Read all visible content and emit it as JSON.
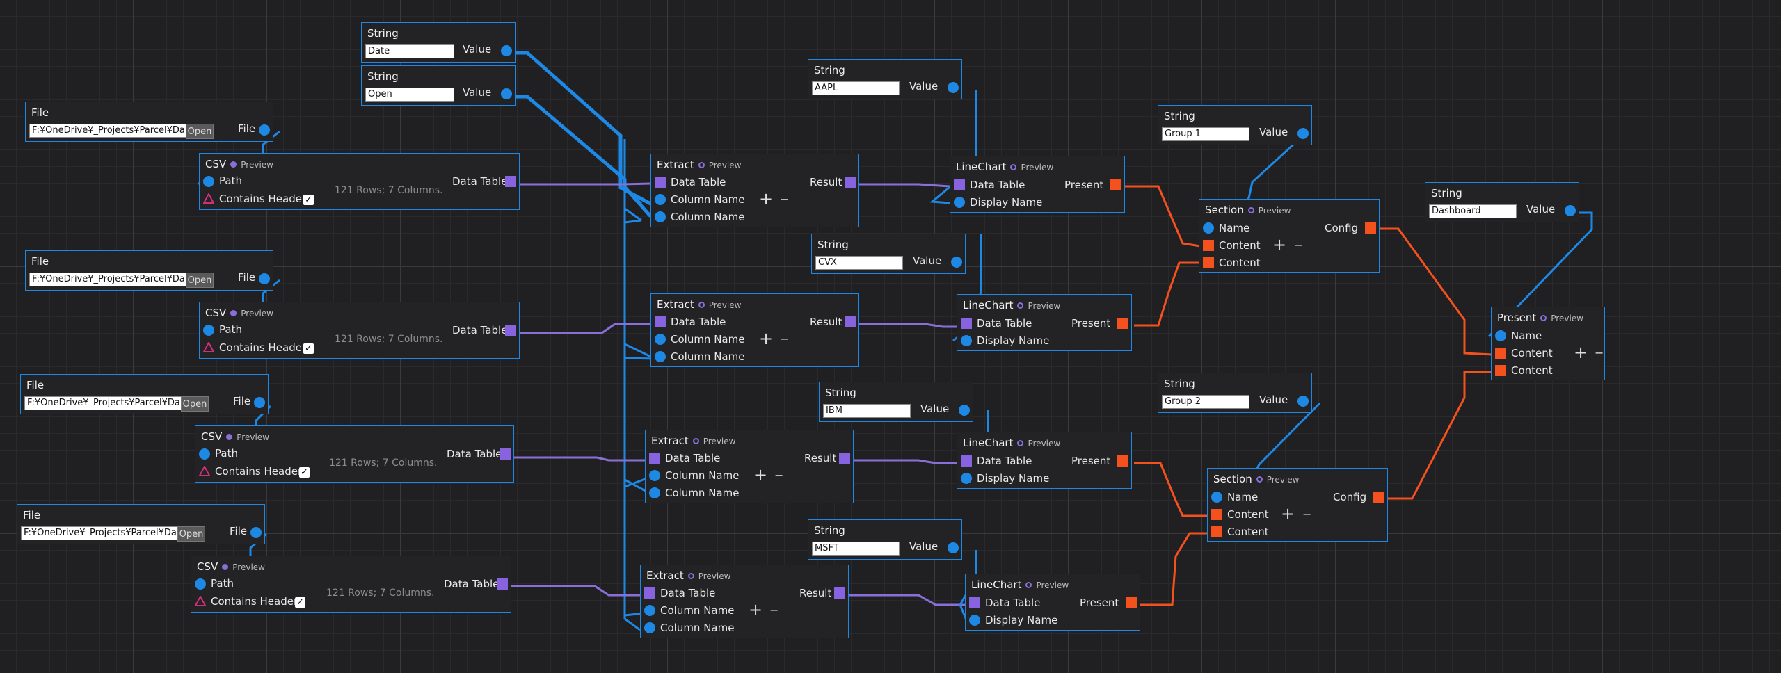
{
  "app": {
    "title": "Parcel node editor"
  },
  "colors": {
    "wire_blue": "#1e88e5",
    "wire_purple": "#8a6fd8",
    "wire_orange": "#f4511e",
    "background": "#202022"
  },
  "labels": {
    "string": "String",
    "file": "File",
    "csv": "CSV",
    "extract": "Extract",
    "linechart": "LineChart",
    "section": "Section",
    "present": "Present",
    "preview": "Preview",
    "value": "Value",
    "file_port": "File",
    "open": "Open",
    "path": "Path",
    "contains_header": "Contains Header",
    "data_table": "Data Table",
    "result": "Result",
    "column_name": "Column Name",
    "display_name": "Display Name",
    "name": "Name",
    "content": "Content",
    "config": "Config",
    "plus": "+",
    "minus": "−",
    "check": "✓"
  },
  "strings": {
    "date": "Date",
    "open": "Open",
    "aapl": "AAPL",
    "cvx": "CVX",
    "ibm": "IBM",
    "msft": "MSFT",
    "group1": "Group 1",
    "group2": "Group 2",
    "dashboard": "Dashboard"
  },
  "files": {
    "path": "F:¥OneDrive¥_Projects¥Parcel¥Da"
  },
  "csv": {
    "info": "121 Rows; 7 Columns."
  },
  "icons": [
    "port-circle-icon",
    "port-square-icon",
    "warning-triangle-icon",
    "checkbox-icon",
    "plus-icon",
    "minus-icon",
    "preview-dot-icon"
  ]
}
